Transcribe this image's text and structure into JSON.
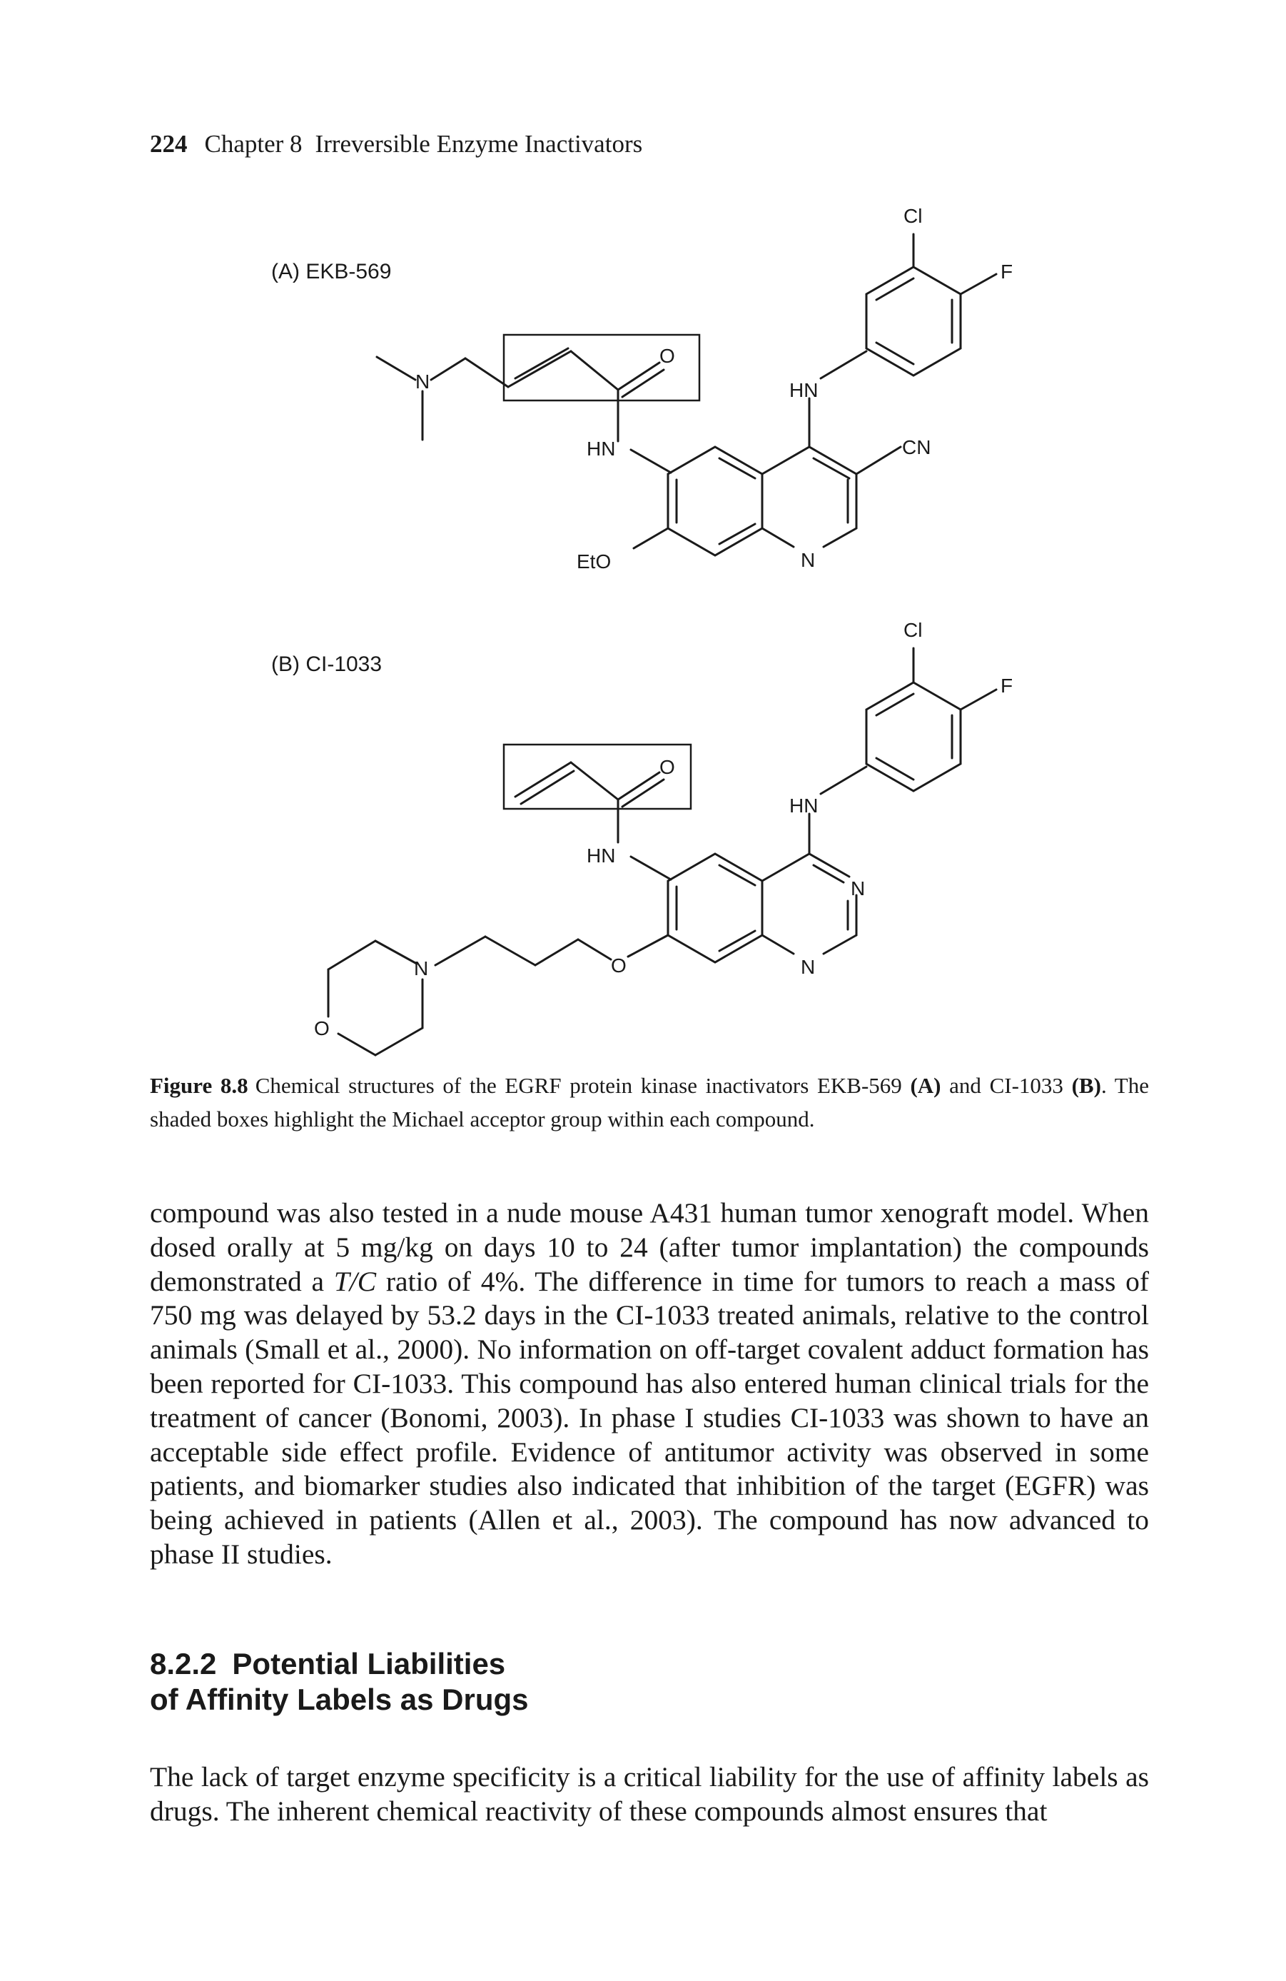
{
  "running_header": {
    "page_number": "224",
    "chapter": "Chapter 8",
    "title": "Irreversible Enzyme Inactivators"
  },
  "figure": {
    "panel_a_label": "(A) EKB-569",
    "panel_b_label": "(B) CI-1033",
    "atoms": {
      "cl": "Cl",
      "f": "F",
      "o": "O",
      "n": "N",
      "hn": "HN",
      "cn": "CN",
      "eto": "EtO"
    },
    "caption": {
      "label": "Figure 8.8",
      "text_1": "Chemical structures of the EGRF protein kinase inactivators EKB-569 ",
      "marker_a": "(A)",
      "text_2": " and CI-1033 ",
      "marker_b": "(B)",
      "text_3": ". The shaded boxes highlight the Michael acceptor group within each compound."
    }
  },
  "paragraph_1": {
    "part_1": "compound was also tested in a nude mouse A431 human tumor xenograft model. When dosed orally at 5 mg/kg on days 10 to 24 (after tumor implantation) the compounds demonstrated a ",
    "italic_ratio": "T/C",
    "part_2": " ratio of 4%. The difference in time for tumors to reach a mass of 750 mg was delayed by 53.2 days in the CI-1033 treated animals, relative to the control animals (Small et al., 2000). No information on off-target covalent adduct formation has been reported for CI-1033. This compound has also entered human clinical trials for the treatment of cancer (Bonomi, 2003). In phase I studies CI-1033 was shown to have an acceptable side effect profile. Evidence of antitumor activity was observed in some patients, and biomarker studies also indicated that inhibition of the target (EGFR) was being achieved in patients (Allen et al., 2003). The compound has now advanced to phase II studies."
  },
  "section": {
    "number": "8.2.2",
    "title_line_1": "Potential Liabilities",
    "title_line_2": "of Affinity Labels as Drugs"
  },
  "paragraph_2": {
    "text": "The lack of target enzyme specificity is a critical liability for the use of affinity labels as drugs. The inherent chemical reactivity of these compounds almost ensures that"
  }
}
